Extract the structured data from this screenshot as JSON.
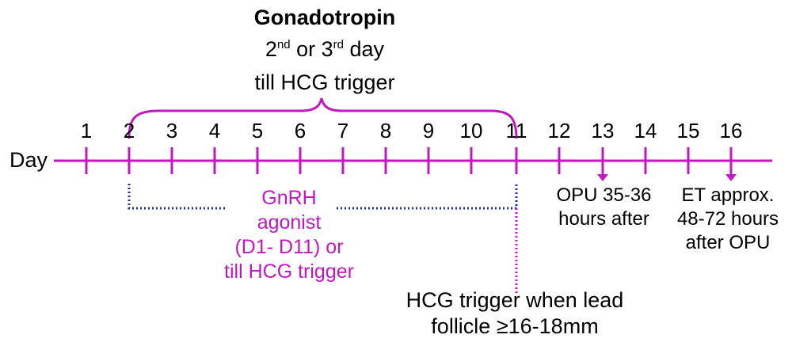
{
  "header": {
    "title": "Gonadotropin",
    "line2_a": "2",
    "line2_sup_a": "nd",
    "line2_b": " or 3",
    "line2_sup_b": "rd",
    "line2_c": " day",
    "line3": "till HCG trigger"
  },
  "axis": {
    "label": "Day",
    "ticks": [
      "1",
      "2",
      "3",
      "4",
      "5",
      "6",
      "7",
      "8",
      "9",
      "10",
      "11",
      "12",
      "13",
      "14",
      "15",
      "16"
    ],
    "color": "#c317c3"
  },
  "gnrh": {
    "lines": [
      "GnRH",
      "agonist",
      "(D1- D11) or",
      "till HCG trigger"
    ],
    "color": "#c317c3",
    "dotted_color": "#1a2fa8"
  },
  "opu": {
    "lines": [
      "OPU 35-36",
      "hours after"
    ]
  },
  "et": {
    "lines": [
      "ET approx.",
      "48-72 hours",
      "after OPU"
    ]
  },
  "hcg": {
    "lines": [
      "HCG trigger when lead",
      "follicle ≥16-18mm"
    ]
  }
}
